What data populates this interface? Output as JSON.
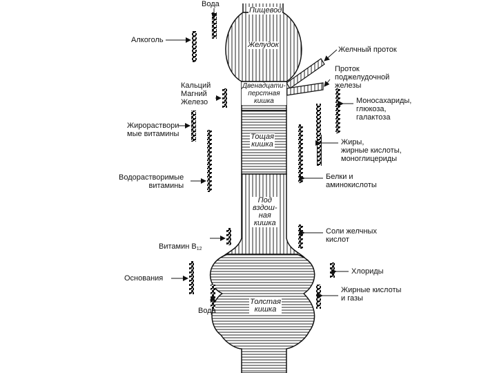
{
  "organs": {
    "esophagus": "Пищевод",
    "stomach": "Желудок",
    "duodenum": "Двенадцати-\nперстная\nкишка",
    "jejunum": "Тощая\nкишка",
    "ileum": "Под\nвздош-\nная\nкишка",
    "colon": "Толстая\nкишка"
  },
  "ducts": {
    "bile_duct": "Желчный проток",
    "pancreatic_duct": "Проток\nподжелудочной\nжелезы"
  },
  "left_labels": {
    "water_top": "Вода",
    "alcohol": "Алкоголь",
    "minerals": "Кальций\nМагний\nЖелезо",
    "fat_soluble": "Жирораствори-\nмые витамины",
    "water_soluble": "Водорастворимые\nвитамины",
    "vitamin_b12": "Витамин B",
    "vitamin_b12_sub": "12",
    "bases": "Основания",
    "water_bottom": "Вода"
  },
  "right_labels": {
    "monosaccharides": "Моносахариды,\nглюкоза,\nгалактоза",
    "fats": "Жиры,\nжирные кислоты,\nмоноглицериды",
    "proteins": "Белки и\nаминокислоты",
    "bile_salts": "Соли желчных\nкислот",
    "chlorides": "Хлориды",
    "fatty_acids_gases": "Жирные кислоты\nи газы"
  }
}
